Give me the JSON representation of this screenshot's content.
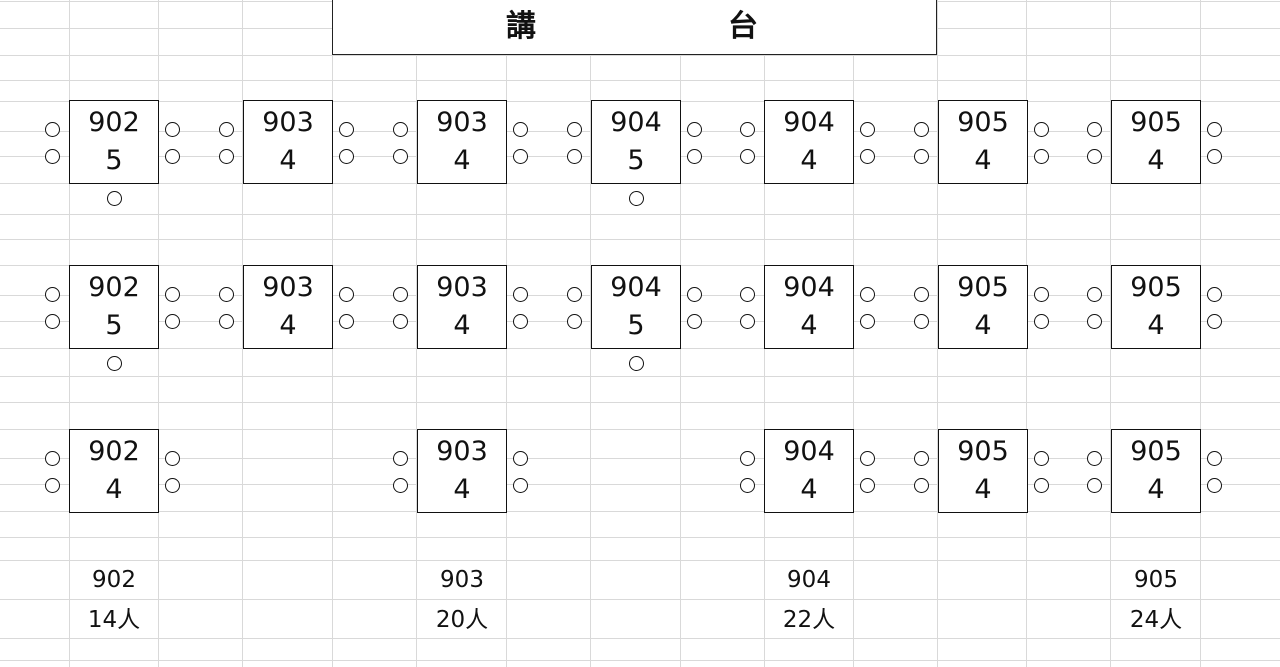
{
  "podium": {
    "char1": "講",
    "char2": "台"
  },
  "rows": [
    [
      {
        "cls": "902",
        "count": "5",
        "seat_below": true
      },
      {
        "cls": "903",
        "count": "4",
        "seat_below": false
      },
      {
        "cls": "903",
        "count": "4",
        "seat_below": false
      },
      {
        "cls": "904",
        "count": "5",
        "seat_below": true
      },
      {
        "cls": "904",
        "count": "4",
        "seat_below": false
      },
      {
        "cls": "905",
        "count": "4",
        "seat_below": false
      },
      {
        "cls": "905",
        "count": "4",
        "seat_below": false
      }
    ],
    [
      {
        "cls": "902",
        "count": "5",
        "seat_below": true
      },
      {
        "cls": "903",
        "count": "4",
        "seat_below": false
      },
      {
        "cls": "903",
        "count": "4",
        "seat_below": false
      },
      {
        "cls": "904",
        "count": "5",
        "seat_below": true
      },
      {
        "cls": "904",
        "count": "4",
        "seat_below": false
      },
      {
        "cls": "905",
        "count": "4",
        "seat_below": false
      },
      {
        "cls": "905",
        "count": "4",
        "seat_below": false
      }
    ],
    [
      {
        "cls": "902",
        "count": "4",
        "seat_below": false
      },
      null,
      {
        "cls": "903",
        "count": "4",
        "seat_below": false
      },
      null,
      {
        "cls": "904",
        "count": "4",
        "seat_below": false
      },
      {
        "cls": "905",
        "count": "4",
        "seat_below": false
      },
      {
        "cls": "905",
        "count": "4",
        "seat_below": false
      }
    ]
  ],
  "summary": [
    {
      "cls": "902",
      "total": "14人",
      "col": 0
    },
    {
      "cls": "903",
      "total": "20人",
      "col": 2
    },
    {
      "cls": "904",
      "total": "22人",
      "col": 4
    },
    {
      "cls": "905",
      "total": "24人",
      "col": 6
    }
  ]
}
